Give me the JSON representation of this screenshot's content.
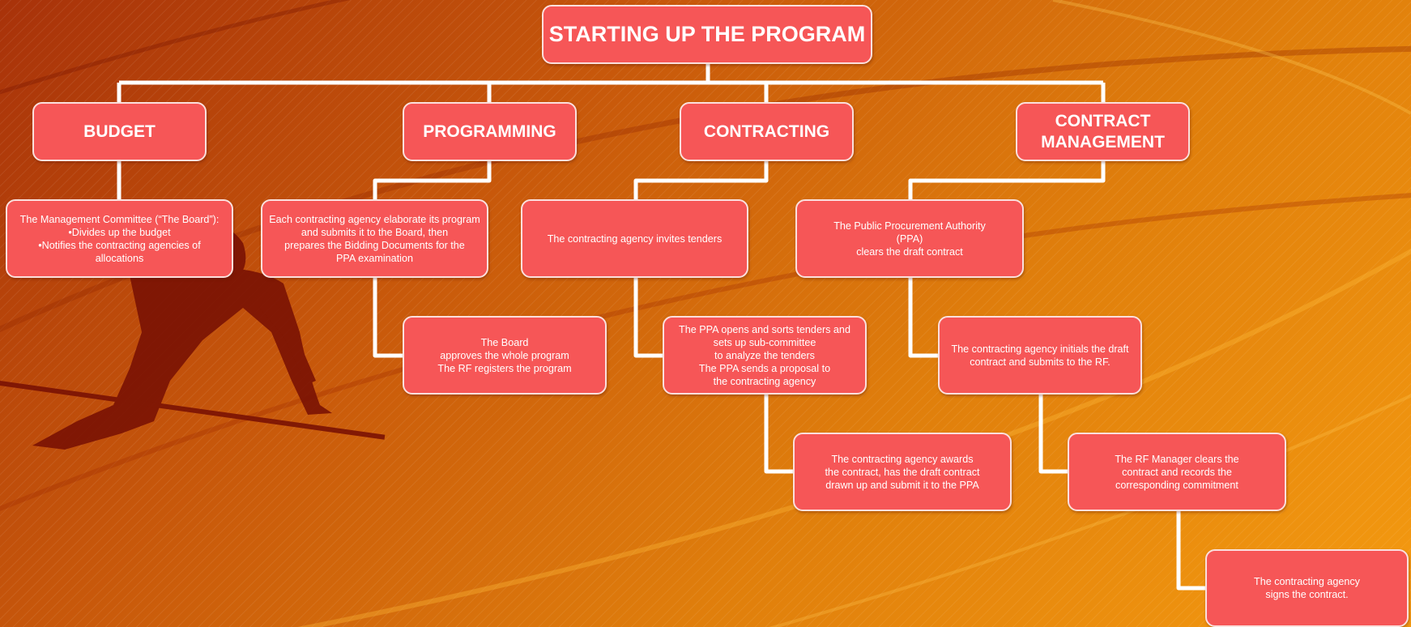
{
  "title": "STARTING UP THE PROGRAM",
  "headers": {
    "budget": "BUDGET",
    "programming": "PROGRAMMING",
    "contracting": "CONTRACTING",
    "contract_management": [
      "CONTRACT",
      "MANAGEMENT"
    ]
  },
  "steps": {
    "budget_1": [
      "The Management Committee (“The Board”):",
      "•Divides up the budget",
      "•Notifies the contracting agencies of",
      "allocations"
    ],
    "programming_1": [
      "Each contracting agency elaborate its program",
      "and submits it to the Board, then",
      "prepares the Bidding Documents for the",
      "PPA examination"
    ],
    "programming_2": [
      "The Board",
      "approves the whole program",
      "The RF registers the program"
    ],
    "contracting_1": [
      "The contracting agency invites tenders"
    ],
    "contracting_2": [
      "The PPA opens and sorts tenders and",
      "sets up sub-committee",
      "to analyze the tenders",
      "The PPA sends a proposal to",
      "the contracting agency"
    ],
    "contracting_3": [
      "The contracting agency awards",
      "the contract, has the draft contract",
      "drawn up and submit it to the PPA"
    ],
    "management_1": [
      "The Public Procurement Authority",
      "(PPA)",
      "clears the draft contract"
    ],
    "management_2": [
      "The contracting agency  initials the draft",
      "contract and  submits to the RF."
    ],
    "management_3": [
      "The RF Manager clears the",
      "contract and records the",
      "corresponding commitment"
    ],
    "management_4": [
      "The contracting agency",
      "signs the contract."
    ]
  },
  "colors": {
    "box_fill": "#f65657",
    "box_border": "#fbe0dd",
    "connector": "#ffffff"
  }
}
